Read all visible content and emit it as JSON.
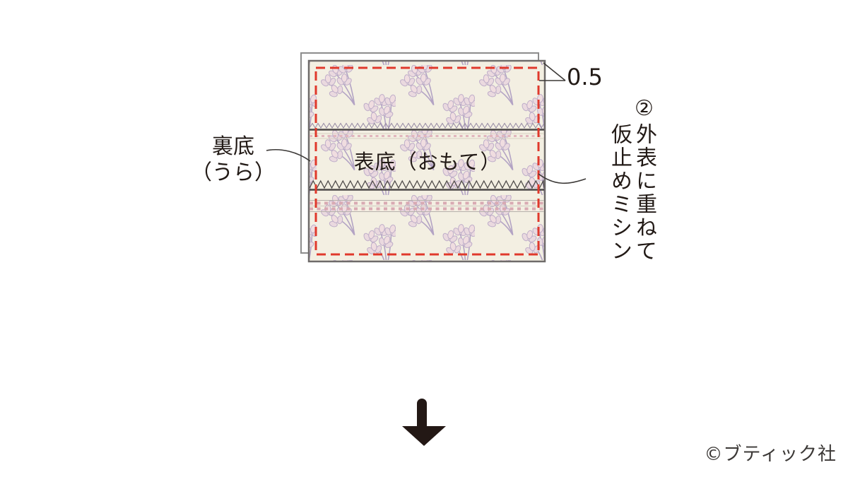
{
  "figure": {
    "seam_allowance_value": "0.5",
    "lining_label_line1": "裏底",
    "lining_label_line2": "（うら）",
    "outer_label": "表底（おもて）",
    "instruction_col1": "②外表に重ねて",
    "instruction_col2": "仮止めミシン",
    "instruction_full": "②外表に重ねて仮止めミシン"
  },
  "footer": {
    "copyright": "©ブティック社"
  },
  "icons": {
    "down_arrow": "↓"
  },
  "colors": {
    "stitch_red": "#e0392c",
    "fabric_cream": "#f3efe2",
    "floral_lavender": "#bcabc9",
    "floral_petal": "#ead9df",
    "trim_pink": "#d9aab3",
    "trim_dot_pink": "#e1b6bd",
    "front_outline": "#6f6b6a",
    "back_outline": "#8d8d8d",
    "seam_dark": "#4c4848",
    "leader_line": "#3c3937",
    "arrow_black": "#231815",
    "text_black": "#221a16"
  }
}
